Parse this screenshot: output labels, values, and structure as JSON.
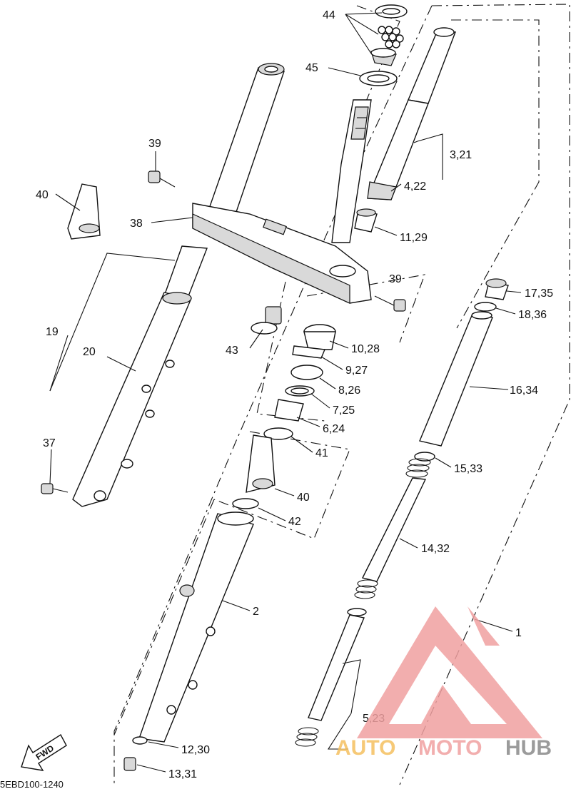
{
  "diagram": {
    "figure_code": "5EBD100-1240",
    "fwd_label": "FWD",
    "callouts": [
      {
        "id": "44",
        "text": "44"
      },
      {
        "id": "45",
        "text": "45"
      },
      {
        "id": "39a",
        "text": "39"
      },
      {
        "id": "40a",
        "text": "40"
      },
      {
        "id": "38",
        "text": "38"
      },
      {
        "id": "3_21",
        "text": "3,21"
      },
      {
        "id": "4_22",
        "text": "4,22"
      },
      {
        "id": "11_29",
        "text": "11,29"
      },
      {
        "id": "39b",
        "text": "39"
      },
      {
        "id": "17_35",
        "text": "17,35"
      },
      {
        "id": "18_36",
        "text": "18,36"
      },
      {
        "id": "19",
        "text": "19"
      },
      {
        "id": "20",
        "text": "20"
      },
      {
        "id": "43",
        "text": "43"
      },
      {
        "id": "10_28",
        "text": "10,28"
      },
      {
        "id": "9_27",
        "text": "9,27"
      },
      {
        "id": "8_26",
        "text": "8,26"
      },
      {
        "id": "16_34",
        "text": "16,34"
      },
      {
        "id": "7_25",
        "text": "7,25"
      },
      {
        "id": "6_24",
        "text": "6,24"
      },
      {
        "id": "37",
        "text": "37"
      },
      {
        "id": "41",
        "text": "41"
      },
      {
        "id": "15_33",
        "text": "15,33"
      },
      {
        "id": "40b",
        "text": "40"
      },
      {
        "id": "42",
        "text": "42"
      },
      {
        "id": "14_32",
        "text": "14,32"
      },
      {
        "id": "2",
        "text": "2"
      },
      {
        "id": "1",
        "text": "1"
      },
      {
        "id": "5_23",
        "text": "5,23"
      },
      {
        "id": "12_30",
        "text": "12,30"
      },
      {
        "id": "13_31",
        "text": "13,31"
      }
    ]
  },
  "watermark": {
    "part1": "AUTO",
    "part2": "MOTO",
    "part3": "HUB",
    "color_primary": "#f0a0a0",
    "color_accent": "#f5c060",
    "color_dark": "#8a8a8a"
  }
}
